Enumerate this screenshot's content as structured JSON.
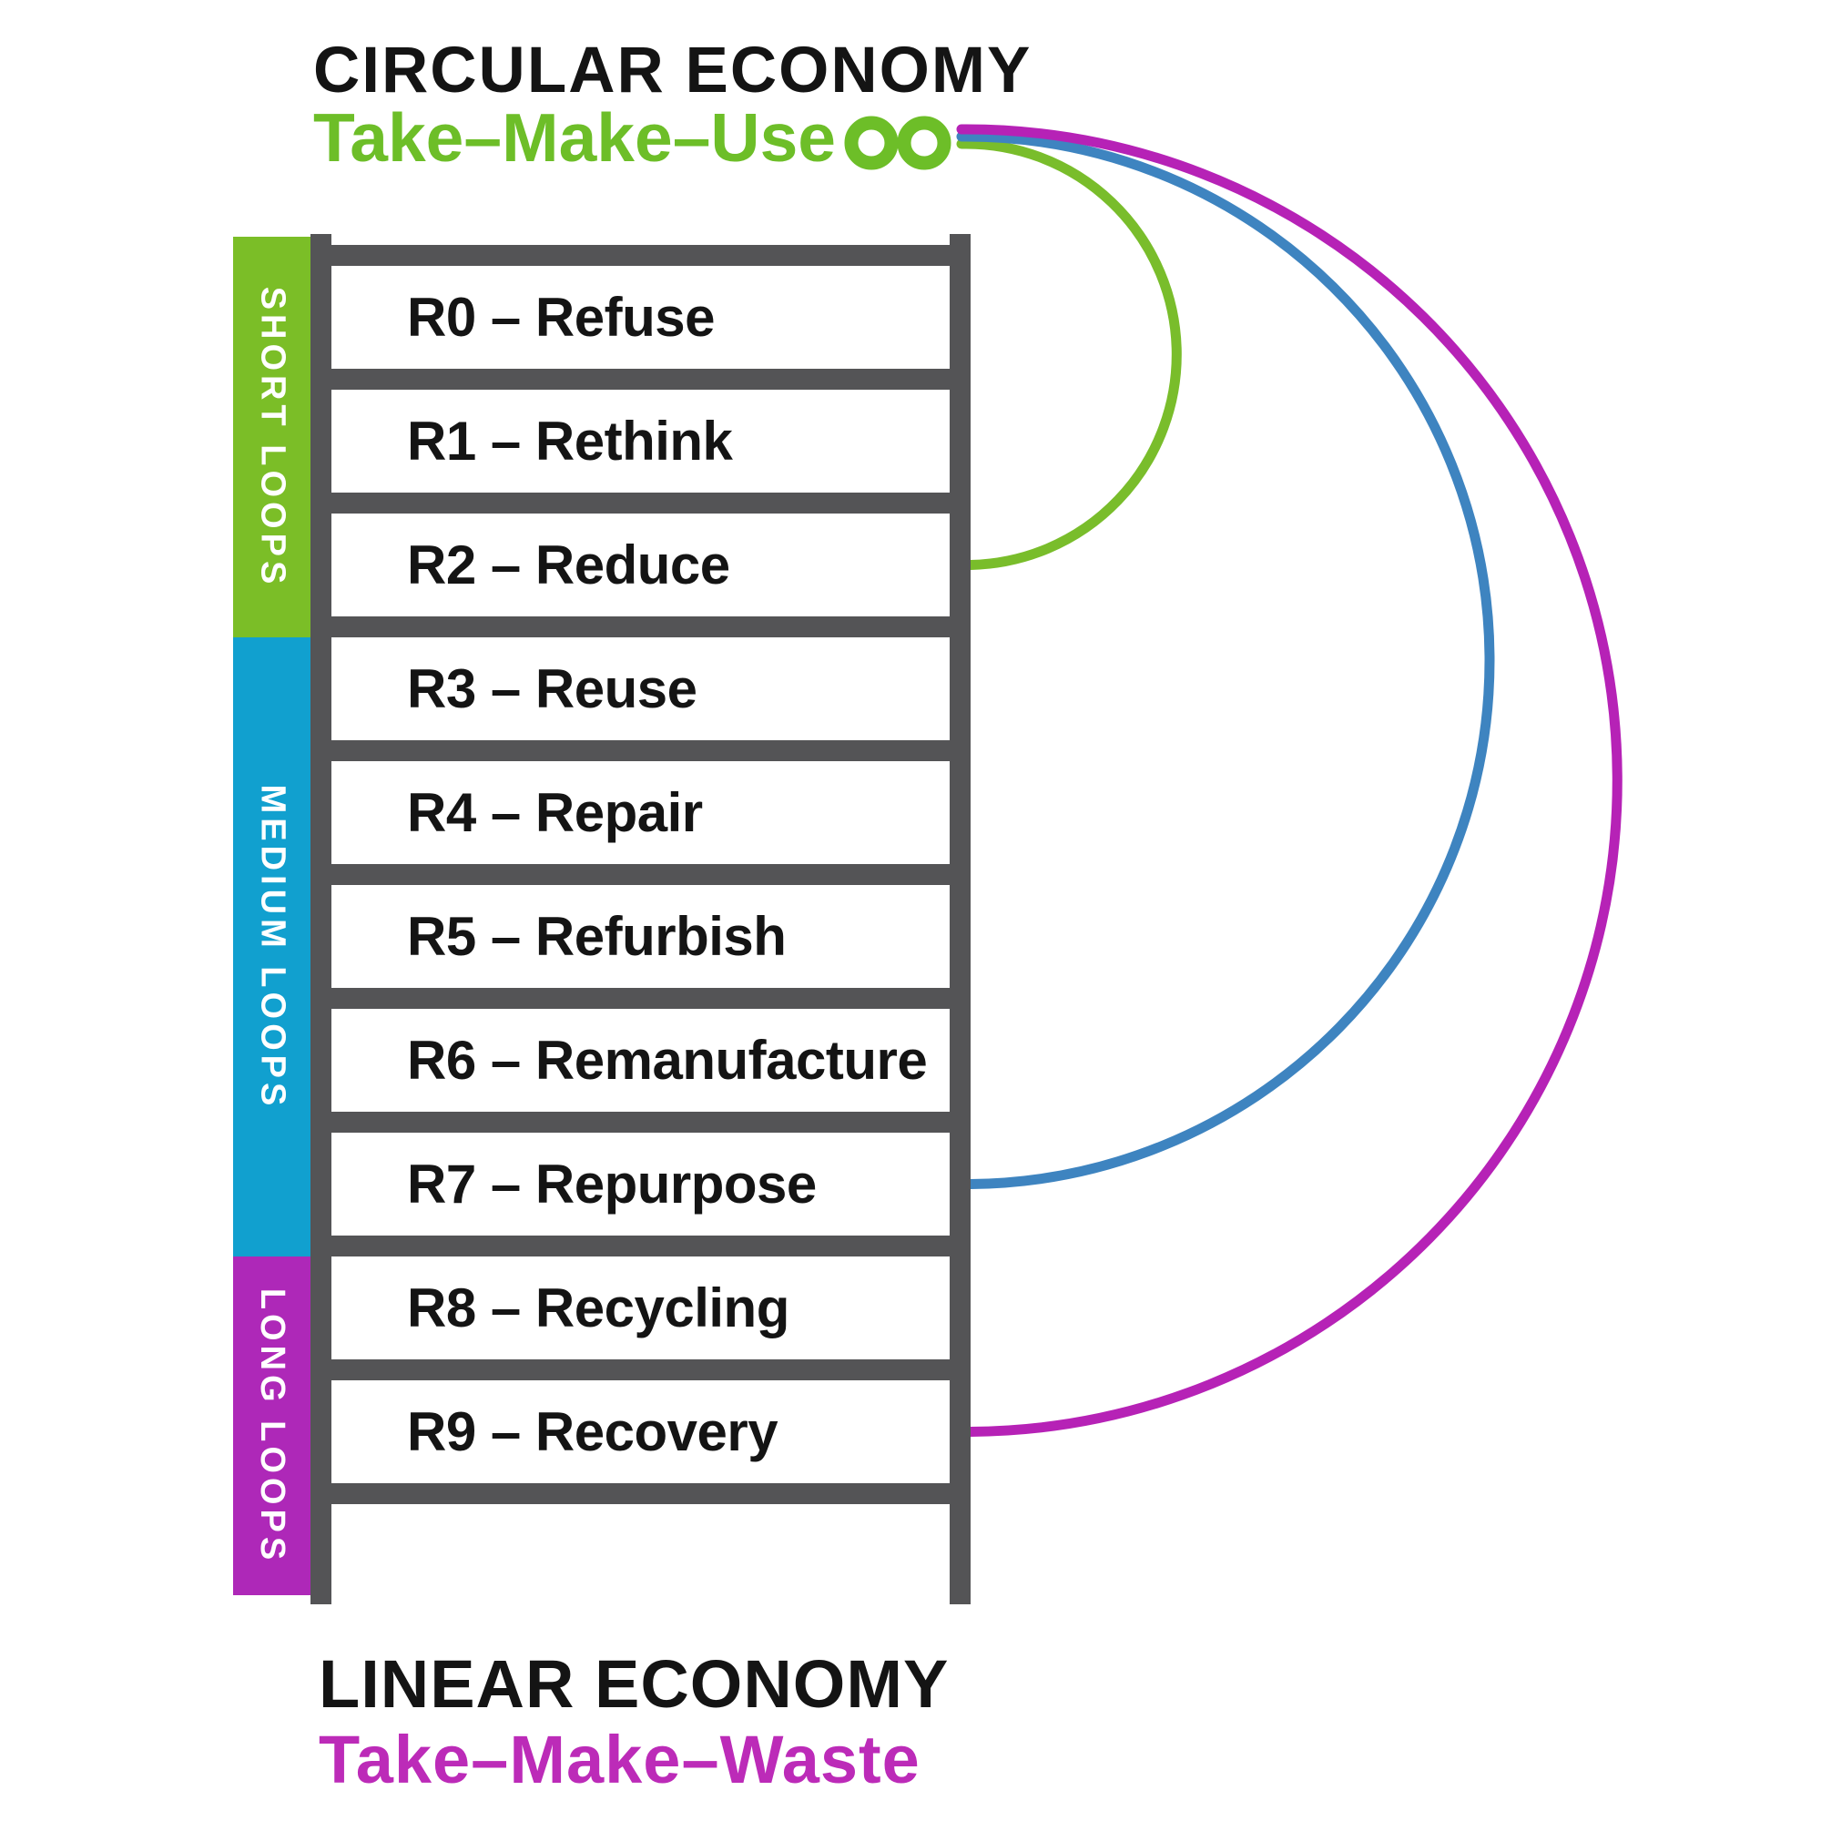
{
  "colors": {
    "structure": "#545456",
    "text": "#141414",
    "background": "#FFFFFF"
  },
  "header": {
    "title": "CIRCULAR ECONOMY",
    "subtitle": "Take–Make–Use",
    "subtitle_color": "#6DBE28",
    "infinity_icon": "infinity-loop"
  },
  "ladder": {
    "rungs": [
      {
        "code": "R0",
        "name": "Refuse",
        "text": "R0 – Refuse"
      },
      {
        "code": "R1",
        "name": "Rethink",
        "text": "R1 – Rethink"
      },
      {
        "code": "R2",
        "name": "Reduce",
        "text": "R2 – Reduce"
      },
      {
        "code": "R3",
        "name": "Reuse",
        "text": "R3 – Reuse"
      },
      {
        "code": "R4",
        "name": "Repair",
        "text": "R4 – Repair"
      },
      {
        "code": "R5",
        "name": "Refurbish",
        "text": "R5 – Refurbish"
      },
      {
        "code": "R6",
        "name": "Remanufacture",
        "text": "R6 – Remanufacture"
      },
      {
        "code": "R7",
        "name": "Repurpose",
        "text": "R7 – Repurpose"
      },
      {
        "code": "R8",
        "name": "Recycling",
        "text": "R8 – Recycling"
      },
      {
        "code": "R9",
        "name": "Recovery",
        "text": "R9 – Recovery"
      }
    ]
  },
  "loops": [
    {
      "id": "short-loops",
      "label": "SHORT LOOPS",
      "color": "#7BBE27"
    },
    {
      "id": "medium-loops",
      "label": "MEDIUM LOOPS",
      "color": "#11A0CF"
    },
    {
      "id": "long-loops",
      "label": "LONG LOOPS",
      "color": "#AE28B8"
    }
  ],
  "arcs": [
    {
      "id": "short-loop-arc",
      "color": "#79BD2B",
      "ends_at_rung": "R2"
    },
    {
      "id": "medium-loop-arc",
      "color": "#3E84C0",
      "ends_at_rung": "R7"
    },
    {
      "id": "long-loop-arc",
      "color": "#B622B6",
      "ends_at_rung": "R9"
    }
  ],
  "footer": {
    "title": "LINEAR ECONOMY",
    "subtitle": "Take–Make–Waste",
    "subtitle_color": "#BC2BB8"
  }
}
